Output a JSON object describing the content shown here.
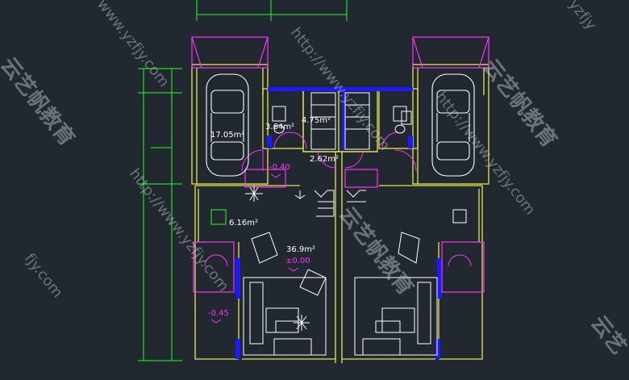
{
  "plan": {
    "areas": {
      "garage": "17.05m²",
      "bath": "3.64m²",
      "stair_hall": "4.75m²",
      "corridor": "2.62m²",
      "courtyard": "6.16m²",
      "living": "36.9m²"
    },
    "levels": {
      "garage": "-0.40",
      "living": "±0.00",
      "outside": "-0.45"
    }
  },
  "watermarks": {
    "url_a": "http://www.yzfjy.com",
    "url_b": "http://www.yzfjy.com",
    "url_c": "www.yzfjy.com",
    "url_d": "http://www.yzfjy.com",
    "url_e": "fjy.com",
    "url_f": "yzfjy",
    "cn_a": "云艺帆教育",
    "cn_b": "云艺帆教育",
    "cn_c": "云艺帆教育",
    "cn_d": "云艺"
  },
  "colors": {
    "background": "#212830",
    "wall": "#e8e84a",
    "window": "#ff33ff",
    "glass": "#1a1aff",
    "line": "#ffffff",
    "dimension": "#22ff22",
    "door": "#ff33ff"
  }
}
